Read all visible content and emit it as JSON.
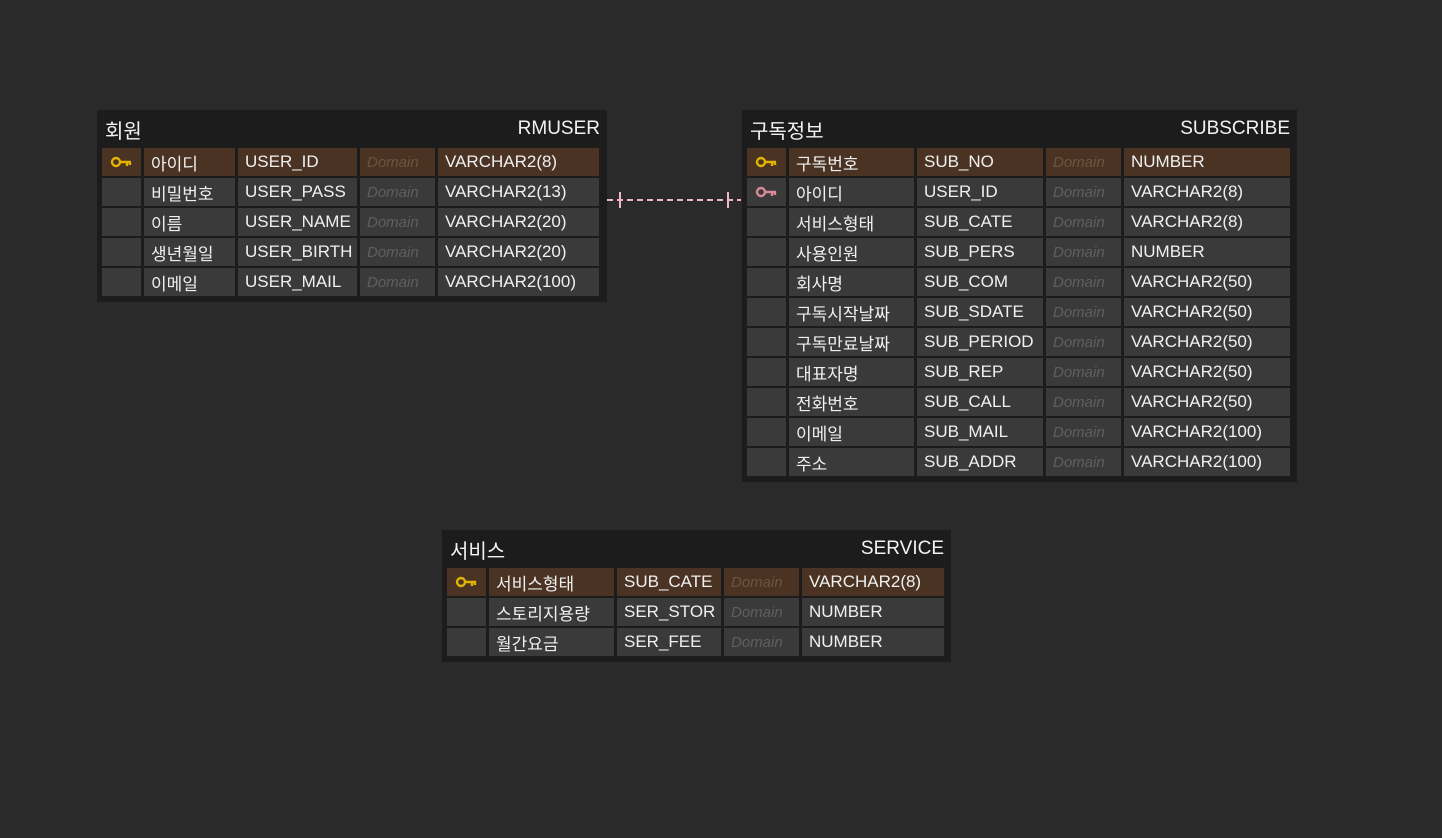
{
  "entities": {
    "rmuser": {
      "logical_name": "회원",
      "physical_name": "RMUSER",
      "columns": [
        {
          "key": "pk",
          "logical": "아이디",
          "physical": "USER_ID",
          "domain": "Domain",
          "type": "VARCHAR2(8)"
        },
        {
          "key": "",
          "logical": "비밀번호",
          "physical": "USER_PASS",
          "domain": "Domain",
          "type": "VARCHAR2(13)"
        },
        {
          "key": "",
          "logical": "이름",
          "physical": "USER_NAME",
          "domain": "Domain",
          "type": "VARCHAR2(20)"
        },
        {
          "key": "",
          "logical": "생년월일",
          "physical": "USER_BIRTH",
          "domain": "Domain",
          "type": "VARCHAR2(20)"
        },
        {
          "key": "",
          "logical": "이메일",
          "physical": "USER_MAIL",
          "domain": "Domain",
          "type": "VARCHAR2(100)"
        }
      ]
    },
    "subscribe": {
      "logical_name": "구독정보",
      "physical_name": "SUBSCRIBE",
      "columns": [
        {
          "key": "pk",
          "logical": "구독번호",
          "physical": "SUB_NO",
          "domain": "Domain",
          "type": "NUMBER"
        },
        {
          "key": "fk",
          "logical": "아이디",
          "physical": "USER_ID",
          "domain": "Domain",
          "type": "VARCHAR2(8)"
        },
        {
          "key": "",
          "logical": "서비스형태",
          "physical": "SUB_CATE",
          "domain": "Domain",
          "type": "VARCHAR2(8)"
        },
        {
          "key": "",
          "logical": "사용인원",
          "physical": "SUB_PERS",
          "domain": "Domain",
          "type": "NUMBER"
        },
        {
          "key": "",
          "logical": "회사명",
          "physical": "SUB_COM",
          "domain": "Domain",
          "type": "VARCHAR2(50)"
        },
        {
          "key": "",
          "logical": "구독시작날짜",
          "physical": "SUB_SDATE",
          "domain": "Domain",
          "type": "VARCHAR2(50)"
        },
        {
          "key": "",
          "logical": "구독만료날짜",
          "physical": "SUB_PERIOD",
          "domain": "Domain",
          "type": "VARCHAR2(50)"
        },
        {
          "key": "",
          "logical": "대표자명",
          "physical": "SUB_REP",
          "domain": "Domain",
          "type": "VARCHAR2(50)"
        },
        {
          "key": "",
          "logical": "전화번호",
          "physical": "SUB_CALL",
          "domain": "Domain",
          "type": "VARCHAR2(50)"
        },
        {
          "key": "",
          "logical": "이메일",
          "physical": "SUB_MAIL",
          "domain": "Domain",
          "type": "VARCHAR2(100)"
        },
        {
          "key": "",
          "logical": "주소",
          "physical": "SUB_ADDR",
          "domain": "Domain",
          "type": "VARCHAR2(100)"
        }
      ]
    },
    "service": {
      "logical_name": "서비스",
      "physical_name": "SERVICE",
      "columns": [
        {
          "key": "pk",
          "logical": "서비스형태",
          "physical": "SUB_CATE",
          "domain": "Domain",
          "type": "VARCHAR2(8)"
        },
        {
          "key": "",
          "logical": "스토리지용량",
          "physical": "SER_STOR",
          "domain": "Domain",
          "type": "NUMBER"
        },
        {
          "key": "",
          "logical": "월간요금",
          "physical": "SER_FEE",
          "domain": "Domain",
          "type": "NUMBER"
        }
      ]
    }
  },
  "icons": {
    "pk": "key-icon",
    "fk": "foreign-key-icon"
  },
  "colors": {
    "canvas_background": "#2a2a2a",
    "entity_background": "#1c1c1c",
    "cell_background": "#3a3a3a",
    "pk_row_background": "#4a3322",
    "pk_icon": "#e0b400",
    "fk_icon": "#d88a9a",
    "relationship_line": "#f0b8c4"
  }
}
